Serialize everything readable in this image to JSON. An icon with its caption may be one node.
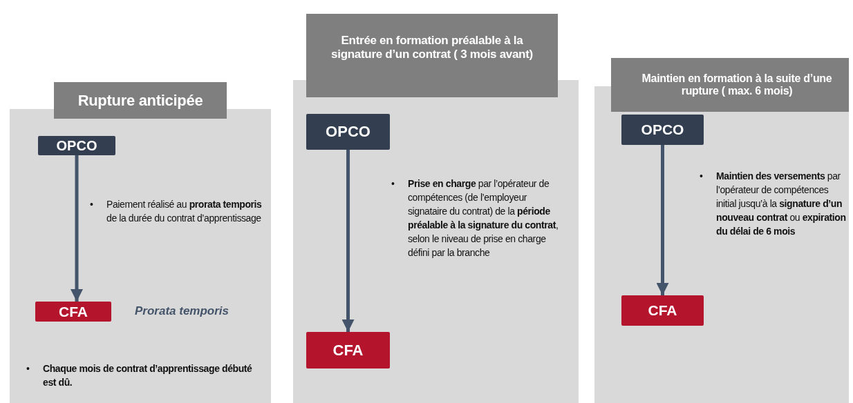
{
  "diagram": {
    "nodes": [
      {
        "text": [
          "Rupture anticipée"
        ]
      },
      {
        "text": [
          "Paiement réalisé au **prorata temporis** de la durée du contrat d’apprentissage",
          "Chaque mois de contrat d’apprentissage débuté est dû."
        ]
      },
      {
        "text": [
          "OPCO"
        ],
        "in": 1
      },
      {
        "text": [
          "CFA"
        ],
        "in": 1,
        "beside": [
          "Prorata temporis"
        ]
      },
      {
        "text": [
          "Entrée en formation préalable à la signature d’un contrat ( 3 mois avant)"
        ]
      },
      {
        "text": [
          "**Prise en charge** par l’opérateur de compétences (de l’employeur signataire du contrat) de la **période préalable à la signature du contrat**, selon le niveau de prise en charge défini par la branche"
        ]
      },
      {
        "text": [
          "OPCO"
        ],
        "in": 5
      },
      {
        "text": [
          "CFA"
        ],
        "in": 5
      },
      {
        "text": [
          "Maintien en formation à la suite d’une rupture ( max. 6 mois)"
        ]
      },
      {
        "text": [
          "**Maintien des versements** par l’opérateur de compétences initial jusqu’à la **signature d’un nouveau contrat** ou **expiration du délai de 6 mois**"
        ]
      },
      {
        "text": [
          "OPCO"
        ],
        "in": 9
      },
      {
        "text": [
          "CFA"
        ],
        "in": 9
      }
    ],
    "edges": [
      {
        "from": 2,
        "to": 3,
        "arrow": "to"
      },
      {
        "from": 6,
        "to": 7,
        "arrow": "to"
      },
      {
        "from": 10,
        "to": 11,
        "arrow": "to"
      }
    ],
    "labels": [
      "•",
      "•",
      "•",
      "•"
    ]
  }
}
